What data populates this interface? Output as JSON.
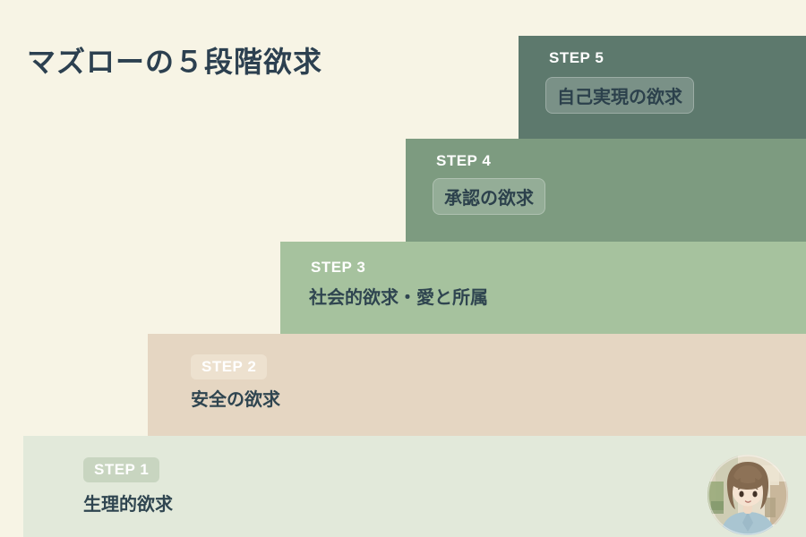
{
  "title": "マズローの５段階欲求",
  "steps": [
    {
      "step_label": "STEP 1",
      "need": "生理的欲求"
    },
    {
      "step_label": "STEP 2",
      "need": "安全の欲求"
    },
    {
      "step_label": "STEP 3",
      "need": "社会的欲求・愛と所属"
    },
    {
      "step_label": "STEP 4",
      "need": "承認の欲求"
    },
    {
      "step_label": "STEP 5",
      "need": "自己実現の欲求"
    }
  ],
  "icons": {
    "avatar": "girl-avatar-photo"
  },
  "colors": {
    "background": "#f7f4e5",
    "title_text": "#2c4050",
    "need_text": "#2f4550",
    "step_label_text": "#ffffff",
    "step1_block": "#e2e9da",
    "step2_block": "#e5d6c2",
    "step3_block": "#a6c29e",
    "step4_block": "#7d9b80",
    "step5_block": "#5d796d",
    "step1_badge": "#c8d5c0",
    "step2_badge": "#ede1cf"
  }
}
